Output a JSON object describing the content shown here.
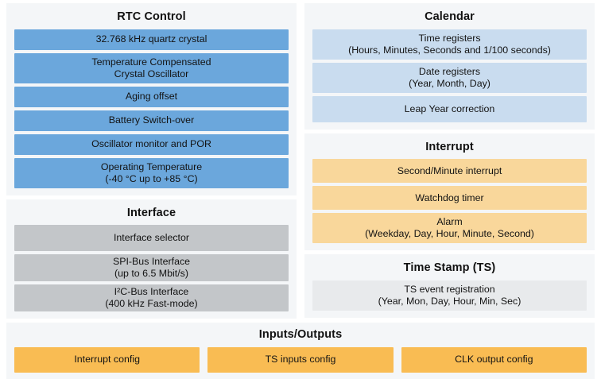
{
  "sections": {
    "rtc_control": {
      "title": "RTC Control",
      "items": [
        {
          "line1": "32.768 kHz quartz crystal",
          "line2": ""
        },
        {
          "line1": "Temperature Compensated",
          "line2": "Crystal Oscillator"
        },
        {
          "line1": "Aging offset",
          "line2": ""
        },
        {
          "line1": "Battery Switch-over",
          "line2": ""
        },
        {
          "line1": "Oscillator monitor and POR",
          "line2": ""
        },
        {
          "line1": "Operating Temperature",
          "line2": "(-40 °C up to +85 °C)"
        }
      ]
    },
    "interface": {
      "title": "Interface",
      "items": [
        {
          "line1": "Interface selector",
          "line2": ""
        },
        {
          "line1": "SPI-Bus Interface",
          "line2": "(up to 6.5 Mbit/s)"
        },
        {
          "line1": "I²C-Bus Interface",
          "line2": "(400 kHz Fast-mode)"
        }
      ]
    },
    "calendar": {
      "title": "Calendar",
      "items": [
        {
          "line1": "Time registers",
          "line2": "(Hours, Minutes, Seconds and 1/100 seconds)"
        },
        {
          "line1": "Date registers",
          "line2": "(Year, Month, Day)"
        },
        {
          "line1": "Leap Year correction",
          "line2": ""
        }
      ]
    },
    "interrupt": {
      "title": "Interrupt",
      "items": [
        {
          "line1": "Second/Minute interrupt",
          "line2": ""
        },
        {
          "line1": "Watchdog timer",
          "line2": ""
        },
        {
          "line1": "Alarm",
          "line2": "(Weekday, Day, Hour, Minute, Second)"
        }
      ]
    },
    "time_stamp": {
      "title": "Time Stamp (TS)",
      "items": [
        {
          "line1": "TS event registration",
          "line2": "(Year, Mon, Day, Hour, Min, Sec)"
        }
      ]
    },
    "inputs_outputs": {
      "title": "Inputs/Outputs",
      "items": [
        {
          "line1": "Interrupt config",
          "line2": ""
        },
        {
          "line1": "TS inputs config",
          "line2": ""
        },
        {
          "line1": "CLK output config",
          "line2": ""
        }
      ]
    }
  },
  "colors": {
    "page_background": "#ffffff",
    "panel_background": "#f4f6f8",
    "rtc_box": "#6BA7DC",
    "calendar_box": "#C9DCEF",
    "interface_box": "#C3C6C9",
    "interrupt_box": "#F9D79B",
    "time_stamp_box": "#E8EAEC",
    "io_box": "#F9BC53",
    "text": "#131313"
  }
}
